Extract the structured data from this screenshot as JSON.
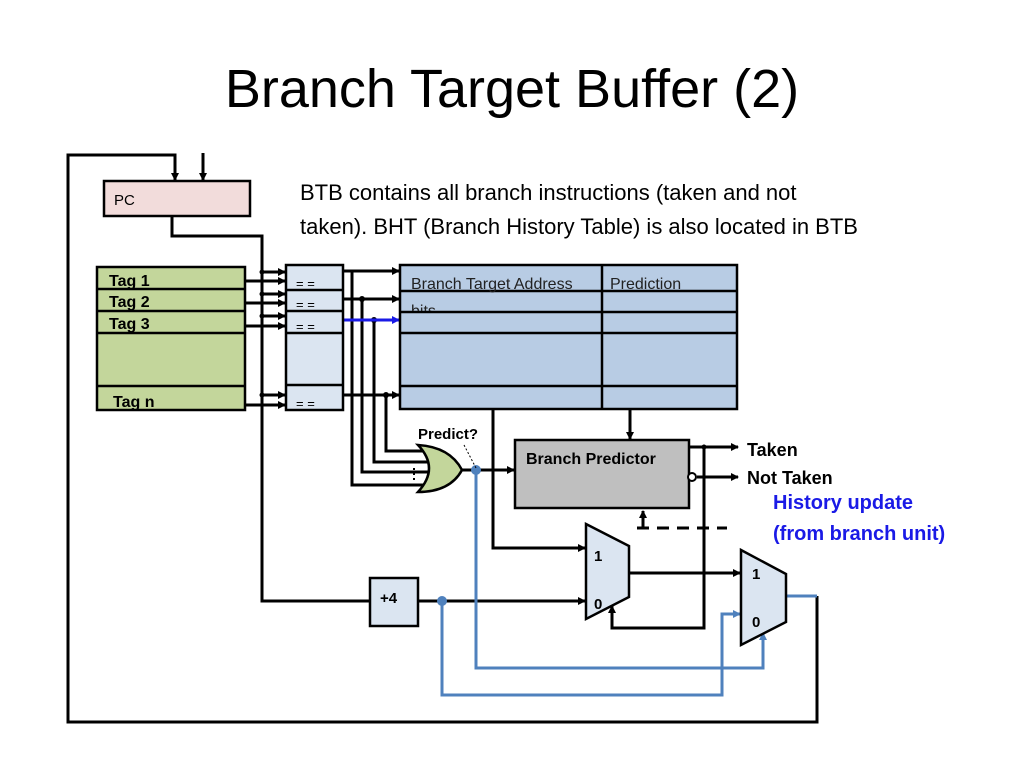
{
  "slide": {
    "title": "Branch Target Buffer (2)",
    "description_line1": "BTB contains all branch instructions  (taken and not",
    "description_line2": "taken).    BHT (Branch History Table) is also located in BTB"
  },
  "diagram": {
    "pc_label": "PC",
    "tags": [
      "Tag 1",
      "Tag 2",
      "Tag 3",
      "Tag n"
    ],
    "comparator_label": "= =",
    "btb_columns": [
      "Branch Target Address",
      "Prediction"
    ],
    "btb_column_overflow": "bits",
    "predict_label": "Predict?",
    "predictor_label": "Branch Predictor",
    "taken_label": "Taken",
    "not_taken_label": "Not Taken",
    "history_line1": "History update",
    "history_line2": "(from branch unit)",
    "adder_label": "+4",
    "mux_in1": "1",
    "mux_in0": "0",
    "colors": {
      "pc_fill": "#f2dcdb",
      "tag_fill": "#c3d69b",
      "comparator_fill": "#dbe5f1",
      "btb_fill": "#b8cce4",
      "predictor_fill": "#bfbfbf",
      "blue_wire": "#4f81bd",
      "history_text": "#1a1ae6"
    }
  }
}
